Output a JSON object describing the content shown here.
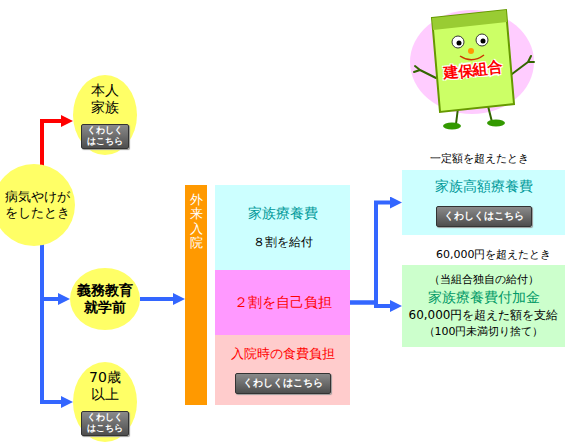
{
  "diagram": {
    "nodes": [
      {
        "text": [
          "病気やけが をしたとき"
        ]
      },
      {
        "text": [
          "本人 家族"
        ]
      },
      {
        "text": [
          "くわしく はこちら"
        ],
        "in": 1
      },
      {
        "text": [
          "義務教育 就学前"
        ]
      },
      {
        "text": [
          "70歳 以上"
        ]
      },
      {
        "text": [
          "くわしく はこちら"
        ],
        "in": 4
      },
      {
        "text": [
          "外来・入院"
        ]
      },
      {
        "text": [
          "家族療養費",
          "８割を給付"
        ]
      },
      {
        "text": [
          "２割を自己負担"
        ]
      },
      {
        "text": [
          "入院時の食費負担"
        ]
      },
      {
        "text": [
          "くわしくはこちら"
        ],
        "in": 9
      },
      {
        "text": [
          "家族高額療養費"
        ]
      },
      {
        "text": [
          "くわしくはこちら"
        ],
        "in": 11
      },
      {
        "text": [
          "（当組合独自の給付）",
          "家族療養費付加金",
          "60,000円を超えた額を支給",
          "（100円未満切り捨て）"
        ]
      }
    ],
    "edges": [
      {
        "from": 0,
        "to": 1,
        "arrow": "to"
      },
      {
        "from": 0,
        "to": 3,
        "arrow": "to"
      },
      {
        "from": 0,
        "to": 4,
        "arrow": "to"
      },
      {
        "from": 3,
        "to": 6,
        "arrow": "to"
      },
      {
        "from": 8,
        "to": 11,
        "arrow": "to"
      },
      {
        "from": 8,
        "to": 13,
        "arrow": "to"
      }
    ],
    "labels": [
      "一定額を超えたとき",
      "60,000円を超えたとき",
      "建保組合"
    ]
  }
}
